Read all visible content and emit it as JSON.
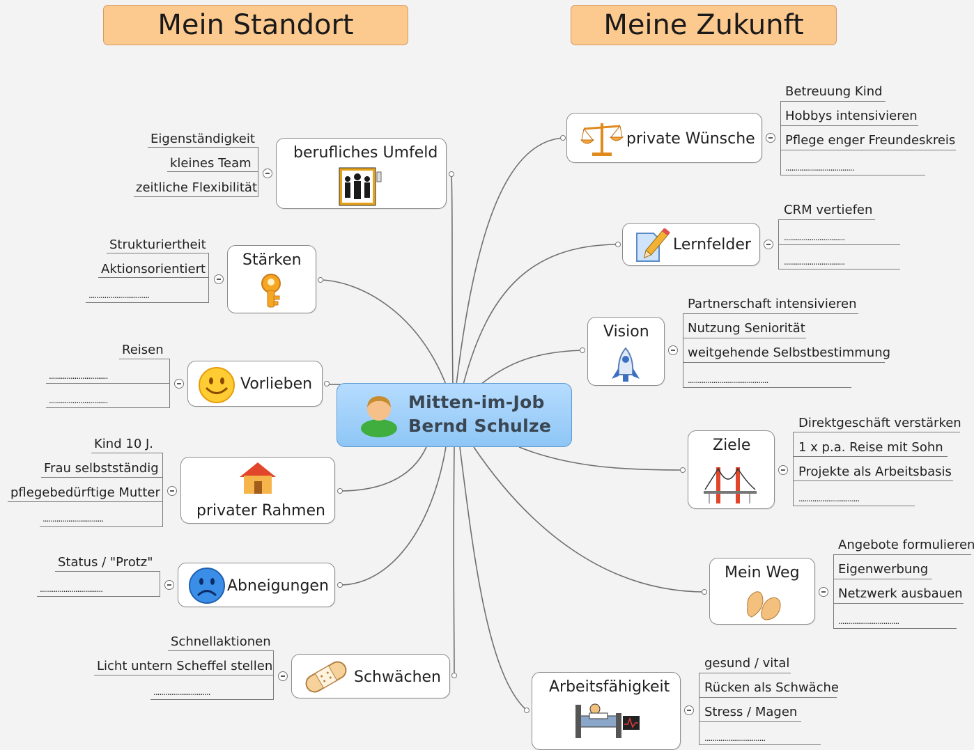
{
  "headers": {
    "left": "Mein  Standort",
    "right": "Meine  Zukunft"
  },
  "center": {
    "line1": "Mitten-im-Job",
    "line2": "Bernd Schulze"
  },
  "nodes": {
    "berufliches_umfeld": {
      "label": "berufliches Umfeld",
      "children": [
        "Eigenständigkeit",
        "kleines Team",
        "zeitliche Flexibilität"
      ]
    },
    "staerken": {
      "label": "Stärken",
      "children": [
        "Strukturiertheit",
        "Aktionsorientiert",
        "..............................."
      ]
    },
    "vorlieben": {
      "label": "Vorlieben",
      "children": [
        "Reisen",
        "..............................",
        ".............................."
      ]
    },
    "privater_rahmen": {
      "label": "privater Rahmen",
      "children": [
        "Kind 10 J.",
        "Frau selbstständig",
        "pflegebedürftige Mutter",
        "..............................."
      ]
    },
    "abneigungen": {
      "label": "Abneigungen",
      "children": [
        "Status / \"Protz\"",
        "................................"
      ]
    },
    "schwaechen": {
      "label": "Schwächen",
      "children": [
        "Schnellaktionen",
        "Licht untern Scheffel stellen",
        "............................."
      ]
    },
    "private_wuensche": {
      "label": "private Wünsche",
      "children": [
        "Betreuung Kind",
        "Hobbys intensivieren",
        "Pflege enger Freundeskreis",
        "..................................."
      ]
    },
    "lernfelder": {
      "label": "Lernfelder",
      "children": [
        "CRM vertiefen",
        "...............................",
        "..............................."
      ]
    },
    "vision": {
      "label": "Vision",
      "children": [
        "Partnerschaft intensivieren",
        "Nutzung Seniorität",
        "weitgehende Selbstbestimmung",
        "........................................."
      ]
    },
    "ziele": {
      "label": "Ziele",
      "children": [
        "Direktgeschäft verstärken",
        "1 x p.a. Reise mit Sohn",
        "Projekte als Arbeitsbasis",
        "..............................."
      ]
    },
    "mein_weg": {
      "label": "Mein Weg",
      "children": [
        "Angebote formulieren",
        "Eigenwerbung",
        "Netzwerk ausbauen",
        "..............................."
      ]
    },
    "arbeitsfaehigkeit": {
      "label": "Arbeitsfähigkeit",
      "children": [
        "gesund / vital",
        "Rücken als Schwäche",
        "Stress / Magen",
        "..............................."
      ]
    }
  },
  "icons": {
    "berufliches_umfeld": "people-group-icon",
    "staerken": "key-icon",
    "vorlieben": "smiley-icon",
    "privater_rahmen": "house-icon",
    "abneigungen": "sad-face-icon",
    "schwaechen": "bandage-icon",
    "private_wuensche": "scales-icon",
    "lernfelder": "pencil-note-icon",
    "vision": "rocket-icon",
    "ziele": "bridge-icon",
    "mein_weg": "feet-icon",
    "arbeitsfaehigkeit": "hospital-bed-icon",
    "center": "person-icon"
  },
  "colors": {
    "header_fill": "#fcc98f",
    "center_fill": "#a3d1fa",
    "background": "#f3f3f3"
  }
}
